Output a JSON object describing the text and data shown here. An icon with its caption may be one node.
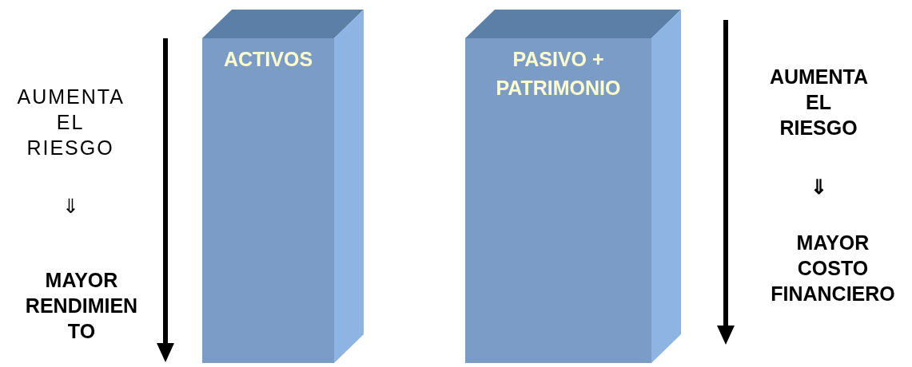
{
  "diagram": {
    "nodes": [
      {
        "text": [
          "ACTIVOS"
        ]
      },
      {
        "text": [
          "PASIVO + PATRIMONIO"
        ]
      }
    ],
    "labels": [
      "AUMENTA EL RIESGO",
      "⇓",
      "MAYOR RENDIMIEN TO",
      "AUMENTA EL RIESGO",
      "⇓",
      "MAYOR COSTO FINANCIERO"
    ]
  }
}
